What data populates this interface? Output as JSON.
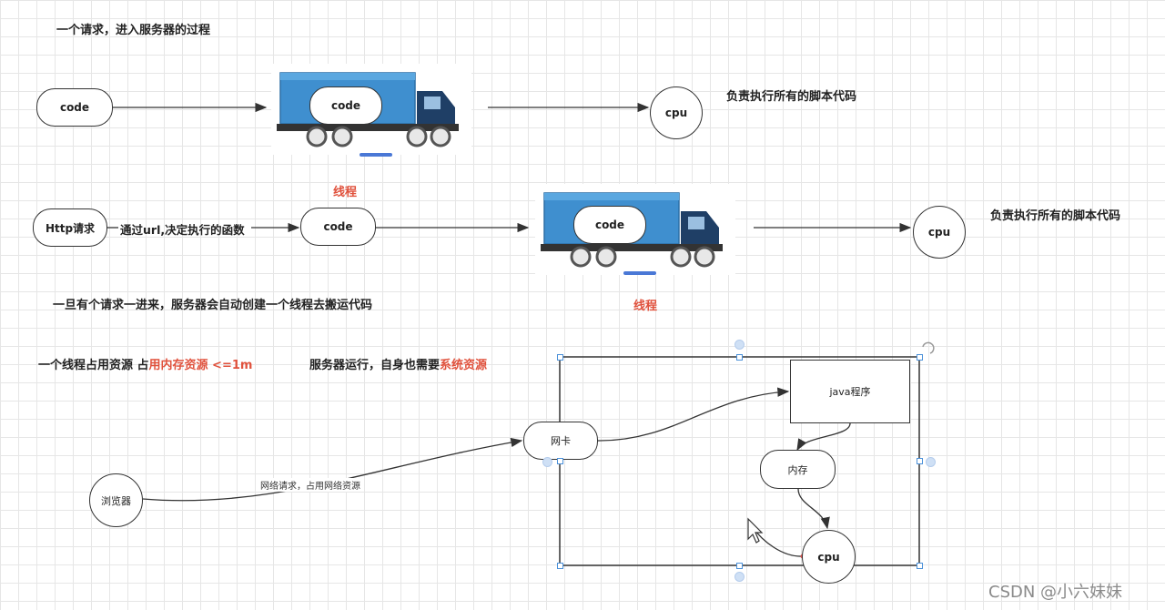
{
  "title": "一个请求，进入服务器的过程",
  "row1": {
    "code_left": "code",
    "truck_label": "code",
    "cpu": "cpu",
    "cpu_desc": "负责执行所有的脚本代码",
    "thread_label": "线程"
  },
  "row2": {
    "http": "Http请求",
    "edge_text": "通过url,决定执行的函数",
    "code": "code",
    "truck_label": "code",
    "cpu": "cpu",
    "cpu_desc": "负责执行所有的脚本代码",
    "thread_label": "线程"
  },
  "note1": "一旦有个请求一进来，服务器会自动创建一个线程去搬运代码",
  "note2": {
    "prefix": "一个线程占用资源  占",
    "highlight": "用内存资源 <=1m"
  },
  "note3": {
    "prefix": "服务器运行，自身也需要",
    "highlight": "系统资源"
  },
  "diagram": {
    "browser": "浏览器",
    "net_edge": "网络请求，占用网络资源",
    "nic": "网卡",
    "java": "java程序",
    "memory": "内存",
    "cpu": "cpu"
  },
  "watermark": "CSDN @小六妹妹",
  "colors": {
    "highlight": "#e0513c",
    "truck_blue": "#3f8fcf",
    "selection": "#4a90d9"
  }
}
